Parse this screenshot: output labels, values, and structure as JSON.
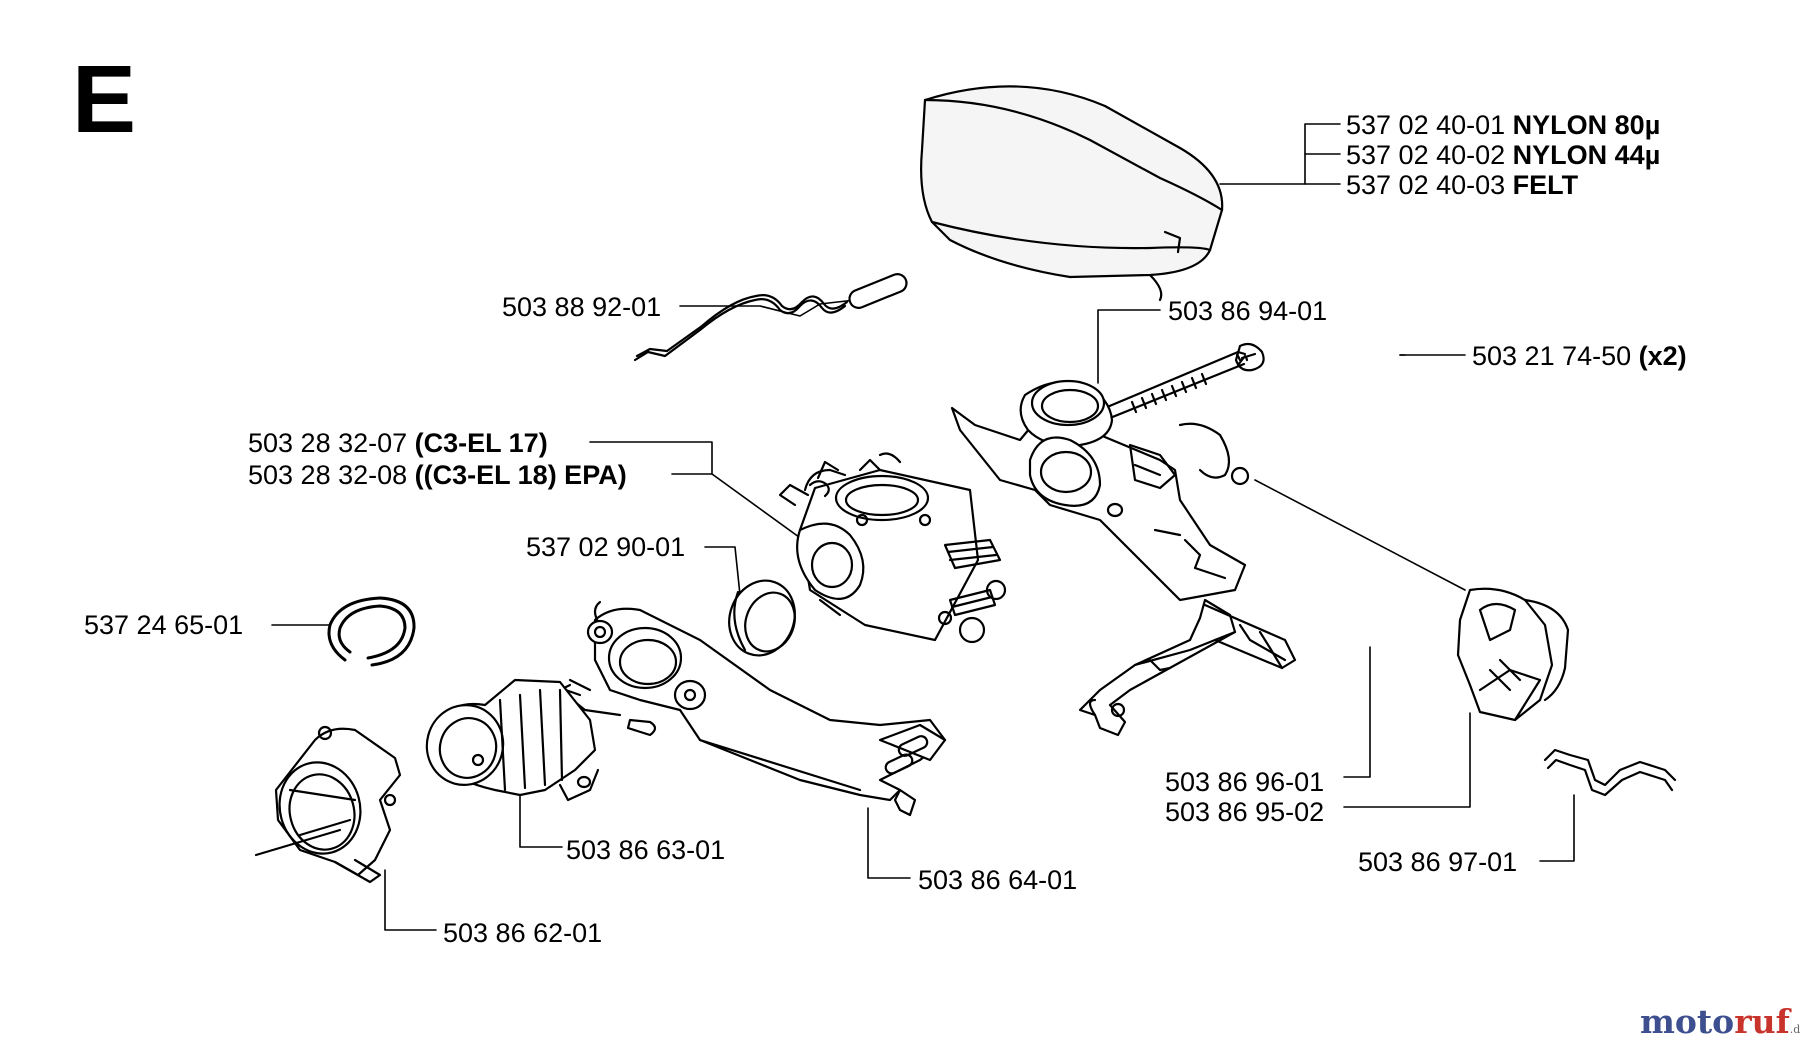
{
  "section_letter": "E",
  "labels": {
    "filter_nylon80": {
      "part": "537 02 40-01",
      "desc": "NYLON 80µ"
    },
    "filter_nylon44": {
      "part": "537 02 40-02",
      "desc": "NYLON 44µ"
    },
    "filter_felt": {
      "part": "537 02 40-03",
      "desc": "FELT"
    },
    "choke_rod": {
      "part": "503 88 92-01"
    },
    "carb_holder": {
      "part": "503 86 94-01"
    },
    "bolt": {
      "part": "503 21 74-50",
      "desc": "(x2)"
    },
    "carb_c3el17": {
      "part": "503 28 32-07",
      "desc": "(C3-EL 17)"
    },
    "carb_c3el18": {
      "part": "503 28 32-08",
      "desc": "((C3-EL 18) EPA)"
    },
    "spacer_ring": {
      "part": "537 02 90-01"
    },
    "circlip": {
      "part": "537 24 65-01"
    },
    "lever_a": {
      "part": "503 86 96-01"
    },
    "lever_b": {
      "part": "503 86 95-02"
    },
    "spring_clip": {
      "part": "503 86 97-01"
    },
    "intake_boot": {
      "part": "503 86 63-01"
    },
    "intake_manifold": {
      "part": "503 86 64-01"
    },
    "intake_flange": {
      "part": "503 86 62-01"
    }
  },
  "watermark": {
    "part1": "moto",
    "part2": "ruf",
    "suffix": ".de"
  }
}
